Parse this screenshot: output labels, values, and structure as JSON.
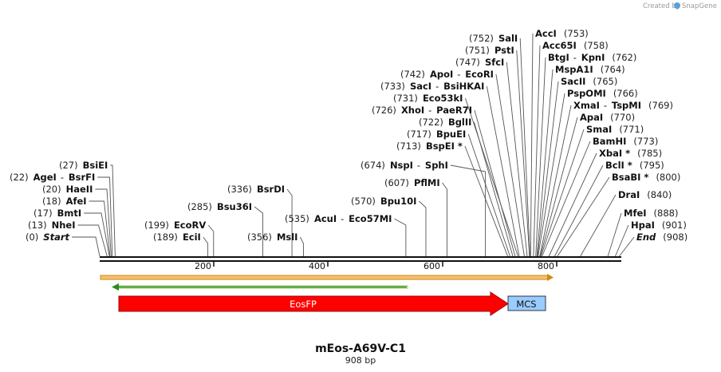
{
  "credit": {
    "created_by": "Created by",
    "brand": "SnapGene"
  },
  "title": "mEos-A69V-C1",
  "length_label": "908 bp",
  "ticks": [
    "200",
    "400",
    "600",
    "800"
  ],
  "colors": {
    "eos_arrow": "#ff0000",
    "mcs_box": "#99ccff",
    "orange_bar": "#f0a020",
    "green_arrow": "#2d8a1e"
  },
  "features": {
    "eosfp": "EosFP",
    "mcs": "MCS"
  },
  "left_sites": [
    {
      "pos": "(0)",
      "name": "Start",
      "italic": true
    },
    {
      "pos": "(13)",
      "name": "NheI"
    },
    {
      "pos": "(17)",
      "name": "BmtI"
    },
    {
      "pos": "(18)",
      "name": "AfeI"
    },
    {
      "pos": "(20)",
      "name": "HaeII"
    },
    {
      "pos": "(22)",
      "name": "AgeI",
      "pair": "BsrFI"
    },
    {
      "pos": "(27)",
      "name": "BsiEI"
    }
  ],
  "middle_sites": [
    {
      "pos": "(189)",
      "name": "EciI"
    },
    {
      "pos": "(199)",
      "name": "EcoRV"
    },
    {
      "pos": "(285)",
      "name": "Bsu36I"
    },
    {
      "pos": "(336)",
      "name": "BsrDI"
    },
    {
      "pos": "(356)",
      "name": "MslI"
    },
    {
      "pos": "(535)",
      "name": "AcuI",
      "pair": "Eco57MI"
    },
    {
      "pos": "(570)",
      "name": "Bpu10I"
    },
    {
      "pos": "(607)",
      "name": "PflMI"
    },
    {
      "pos": "(674)",
      "name": "NspI",
      "pair": "SphI"
    }
  ],
  "upper_left_sites": [
    {
      "pos": "(752)",
      "name": "SalI"
    },
    {
      "pos": "(751)",
      "name": "PstI"
    },
    {
      "pos": "(747)",
      "name": "SfcI"
    },
    {
      "pos": "(742)",
      "name": "ApoI",
      "pair": "EcoRI"
    },
    {
      "pos": "(733)",
      "name": "SacI",
      "pair": "BsiHKAI"
    },
    {
      "pos": "(731)",
      "name": "Eco53kI"
    },
    {
      "pos": "(726)",
      "name": "XhoI",
      "pair": "PaeR7I"
    },
    {
      "pos": "(722)",
      "name": "BglII"
    },
    {
      "pos": "(717)",
      "name": "BpuEI"
    },
    {
      "pos": "(713)",
      "name": "BspEI *"
    }
  ],
  "right_sites": [
    {
      "pos": "(753)",
      "name": "AccI"
    },
    {
      "pos": "(758)",
      "name": "Acc65I"
    },
    {
      "pos": "(762)",
      "name": "BtgI",
      "pair": "KpnI"
    },
    {
      "pos": "(764)",
      "name": "MspA1I"
    },
    {
      "pos": "(765)",
      "name": "SacII"
    },
    {
      "pos": "(766)",
      "name": "PspOMI"
    },
    {
      "pos": "(769)",
      "name": "XmaI",
      "pair": "TspMI"
    },
    {
      "pos": "(770)",
      "name": "ApaI"
    },
    {
      "pos": "(771)",
      "name": "SmaI"
    },
    {
      "pos": "(773)",
      "name": "BamHI"
    },
    {
      "pos": "(785)",
      "name": "XbaI *"
    },
    {
      "pos": "(795)",
      "name": "BclI *"
    },
    {
      "pos": "(800)",
      "name": "BsaBI *"
    },
    {
      "pos": "(840)",
      "name": "DraI"
    },
    {
      "pos": "(888)",
      "name": "MfeI"
    },
    {
      "pos": "(901)",
      "name": "HpaI"
    },
    {
      "pos": "(908)",
      "name": "End",
      "italic": true
    }
  ]
}
